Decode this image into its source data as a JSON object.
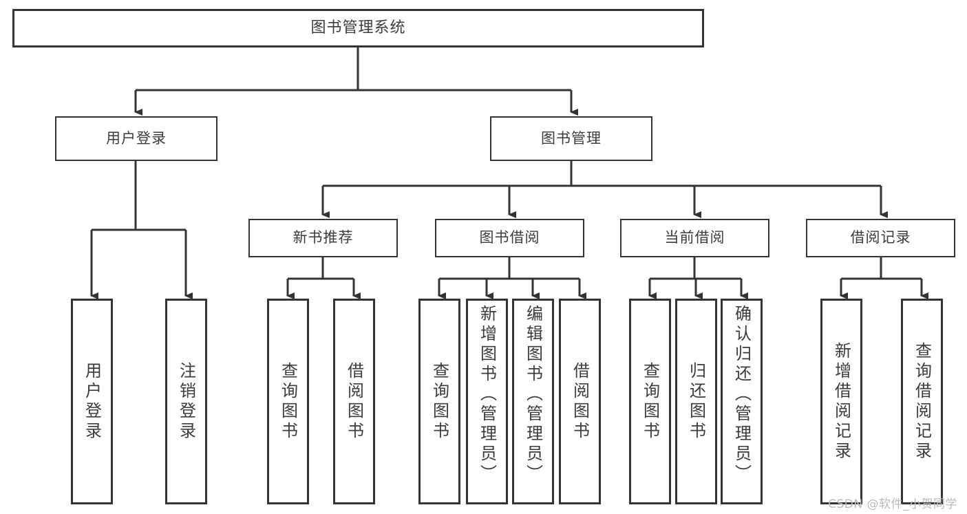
{
  "diagram": {
    "type": "tree",
    "title": "图书管理系统",
    "orientation": "top-down",
    "colors": {
      "box_border": "#333333",
      "box_fill": "#ffffff",
      "text": "#3b3b3b",
      "connector": "#333333",
      "watermark": "#b9b9b9",
      "background": "#ffffff"
    },
    "nodes": {
      "root": {
        "label": "图书管理系统"
      },
      "level2": [
        {
          "label": "用户登录"
        },
        {
          "label": "图书管理"
        }
      ],
      "level3": [
        {
          "label": "新书推荐"
        },
        {
          "label": "图书借阅"
        },
        {
          "label": "当前借阅"
        },
        {
          "label": "借阅记录"
        }
      ],
      "leaves": {
        "user_login": [
          {
            "label": "用户登录"
          },
          {
            "label": "注销登录"
          }
        ],
        "new_book_recommend": [
          {
            "label": "查询图书"
          },
          {
            "label": "借阅图书"
          }
        ],
        "book_borrow": [
          {
            "label": "查询图书"
          },
          {
            "label": "新增图书（管理员）"
          },
          {
            "label": "编辑图书（管理员）"
          },
          {
            "label": "借阅图书"
          }
        ],
        "current_borrow": [
          {
            "label": "查询图书"
          },
          {
            "label": "归还图书"
          },
          {
            "label": "确认归还（管理员）"
          }
        ],
        "borrow_record": [
          {
            "label": "新增借阅记录"
          },
          {
            "label": "查询借阅记录"
          }
        ]
      }
    },
    "watermark": "CSDN @软件_小贺同学"
  }
}
